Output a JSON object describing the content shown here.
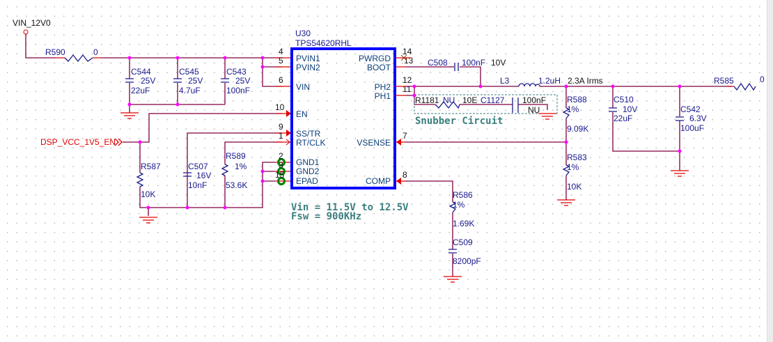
{
  "nets": {
    "vin": "VIN_12V0",
    "enable": "DSP_VCC_1V5_EN"
  },
  "ic": {
    "ref": "U30",
    "part": "TPS54620RHL",
    "pins": [
      {
        "num": "4",
        "name": "PVIN1"
      },
      {
        "num": "5",
        "name": "PVIN2"
      },
      {
        "num": "6",
        "name": "VIN"
      },
      {
        "num": "10",
        "name": "EN"
      },
      {
        "num": "9",
        "name": "SS/TR"
      },
      {
        "num": "1",
        "name": "RT/CLK"
      },
      {
        "num": "2",
        "name": "GND1"
      },
      {
        "num": "3",
        "name": "GND2"
      },
      {
        "num": "15",
        "name": "EPAD"
      },
      {
        "num": "14",
        "name": "PWRGD"
      },
      {
        "num": "13",
        "name": "BOOT"
      },
      {
        "num": "12",
        "name": "PH2"
      },
      {
        "num": "11",
        "name": "PH1"
      },
      {
        "num": "7",
        "name": "VSENSE"
      },
      {
        "num": "8",
        "name": "COMP"
      }
    ]
  },
  "components": {
    "R590": {
      "ref": "R590",
      "value": "0"
    },
    "C544": {
      "ref": "C544",
      "voltage": "25V",
      "value": "22uF"
    },
    "C545": {
      "ref": "C545",
      "voltage": "25V",
      "value": "4.7uF"
    },
    "C543": {
      "ref": "C543",
      "voltage": "25V",
      "value": "100nF"
    },
    "R587": {
      "ref": "R587",
      "value": "10K"
    },
    "C507": {
      "ref": "C507",
      "voltage": "16V",
      "value": "10nF"
    },
    "R589": {
      "ref": "R589",
      "tol": "1%",
      "value": "53.6K"
    },
    "C508": {
      "ref": "C508",
      "value": "100nF",
      "voltage": "10V"
    },
    "L3": {
      "ref": "L3",
      "value": "1.2uH",
      "rating": "2.3A Irms"
    },
    "R1181": {
      "ref": "R1181",
      "nu": "NU",
      "value": "10E"
    },
    "C1127": {
      "ref": "C1127",
      "value": "100nF",
      "nu": "NU"
    },
    "R588": {
      "ref": "R588",
      "tol": "1%",
      "value": "9.09K"
    },
    "R583": {
      "ref": "R583",
      "tol": "1%",
      "value": "10K"
    },
    "C510": {
      "ref": "C510",
      "voltage": "10V",
      "value": "22uF"
    },
    "C542": {
      "ref": "C542",
      "voltage": "6.3V",
      "value": "100uF"
    },
    "R585": {
      "ref": "R585",
      "value": "0"
    },
    "R586": {
      "ref": "R586",
      "tol": "1%",
      "value": "1.69K"
    },
    "C509": {
      "ref": "C509",
      "value": "8200pF"
    }
  },
  "notes": {
    "snubber": "Snubber Circuit",
    "vin": "Vin = 11.5V to 12.5V",
    "fsw": "Fsw =  900KHz"
  },
  "colors": {
    "wire": "#800040",
    "ic_body": "#0000ff",
    "junction": "#ff00ff",
    "pin": "#e00000",
    "note": "#3a7f7f",
    "gnd_pad": "#008000"
  }
}
